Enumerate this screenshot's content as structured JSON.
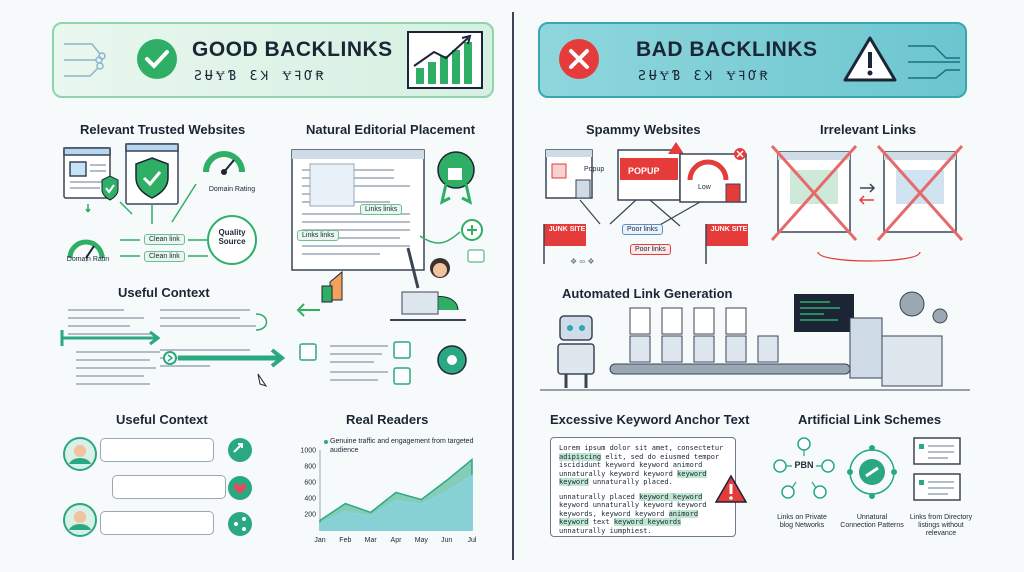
{
  "left": {
    "banner_title": "GOOD BACKLINKS",
    "banner_sub": "ƧɄɎƁ ƐꞰ ɎꟻƠꞦ",
    "sec1_title": "Relevant Trusted Websites",
    "sec1_domain_rating": "Domain Rating",
    "sec1_domain_ratin": "Domain Ratin",
    "sec1_clean1": "Clean link",
    "sec1_clean2": "Clean link",
    "sec1_quality": "Quality Source",
    "sec2_title": "Natural Editorial Placement",
    "sec2_link1": "Links links",
    "sec2_link2": "Links links",
    "sec3_title": "Useful Context",
    "sec4_title": "Useful Context",
    "sec5_title": "Real Readers"
  },
  "right": {
    "banner_title": "BAD BACKLINKS",
    "banner_sub": "ƧɄɎƁ ƐꞰ ɎꟻƠꞦ",
    "spam_title": "Spammy Websites",
    "spam_popup1": "Popup",
    "spam_popup2": "POPUP",
    "spam_low": "Low",
    "spam_junk1": "JUNK SITE",
    "spam_junk2": "JUNK SITE",
    "spam_poor1": "Poor links",
    "spam_poor2": "Poor links",
    "irrelevant_title": "Irrelevant Links",
    "auto_title": "Automated Link Generation",
    "keyword_title": "Excessive Keyword Anchor Text",
    "keyword_text_a": "Lorem ipsum dolor sit amet, consectetur ",
    "keyword_text_b": "adipiscing",
    "keyword_text_c": " elit, sed do eiusmed tempor iscididunt keyword keyword animord unnaturally keyword keyword ",
    "keyword_text_d": "keyword keyword",
    "keyword_text_e": " unnaturally placed.",
    "keyword_text2_a": "unnaturally placed ",
    "keyword_text2_b": "keyword keyword",
    "keyword_text2_c": " keyword unnaturally keyword keyword keywords, keyword keyword ",
    "keyword_text2_d": "animord keyword",
    "keyword_text2_e": " text ",
    "keyword_text2_f": "keyword keywords",
    "keyword_text2_g": " unnaturally iumphiest.",
    "schemes_title": "Artificial Link Schemes",
    "pbn": "PBN",
    "scheme1": "Links on Private blog Networks",
    "scheme2": "Unnatural Connection Patterns",
    "scheme3": "Links from Directory listings without relevance"
  },
  "chart_data": {
    "type": "area",
    "x": [
      "Jan",
      "Feb",
      "Mar",
      "Apr",
      "May",
      "Jun",
      "Jul"
    ],
    "series": [
      {
        "name": "",
        "values": [
          120,
          330,
          220,
          470,
          380,
          620,
          880
        ]
      },
      {
        "name": "",
        "values": [
          80,
          230,
          170,
          370,
          320,
          480,
          680
        ]
      }
    ],
    "legend": "Genuine traffic and engagement from targeted audience",
    "yticks": [
      "1000",
      "800",
      "600",
      "400",
      "200"
    ],
    "ylim": [
      0,
      1000
    ],
    "colors": [
      "#2aa882",
      "#87d3e0"
    ]
  }
}
